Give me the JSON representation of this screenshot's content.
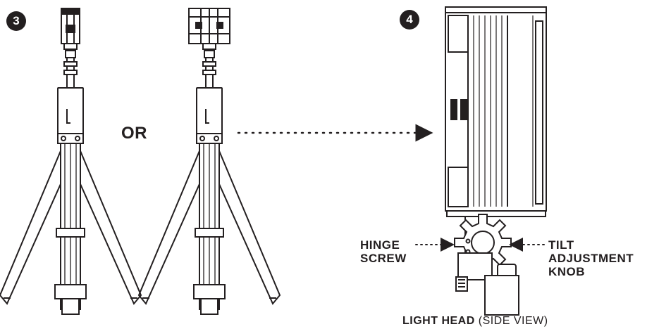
{
  "steps": {
    "first": "3",
    "second": "4"
  },
  "or_text": "OR",
  "callouts": {
    "hinge_line1": "HINGE",
    "hinge_line2": "SCREW",
    "tilt_line1": "TILT",
    "tilt_line2": "ADJUSTMENT",
    "tilt_line3": "KNOB"
  },
  "caption": {
    "bold": "LIGHT HEAD",
    "normal": "(SIDE VIEW)"
  },
  "colors": {
    "ink": "#231f20",
    "paper": "#ffffff"
  }
}
